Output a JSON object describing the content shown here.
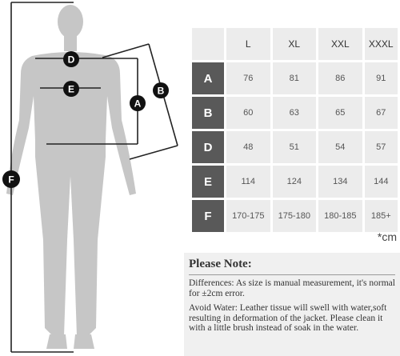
{
  "figure": {
    "markers": {
      "a": "A",
      "b": "B",
      "d": "D",
      "e": "E",
      "f": "F"
    }
  },
  "table": {
    "columns": [
      "L",
      "XL",
      "XXL",
      "XXXL"
    ],
    "rows": [
      {
        "label": "A",
        "values": [
          "76",
          "81",
          "86",
          "91"
        ]
      },
      {
        "label": "B",
        "values": [
          "60",
          "63",
          "65",
          "67"
        ]
      },
      {
        "label": "D",
        "values": [
          "48",
          "51",
          "54",
          "57"
        ]
      },
      {
        "label": "E",
        "values": [
          "114",
          "124",
          "134",
          "144"
        ]
      },
      {
        "label": "F",
        "values": [
          "170-175",
          "175-180",
          "180-185",
          "185+"
        ]
      }
    ]
  },
  "unit": "*cm",
  "note": {
    "title": "Please Note:",
    "differences": "Differences: As size is manual measurement, it's normal for ±2cm error.",
    "avoid_water": "Avoid Water: Leather tissue will swell with water,soft resulting in deformation of the jacket. Please clean it with a little brush instead of soak in the water."
  }
}
